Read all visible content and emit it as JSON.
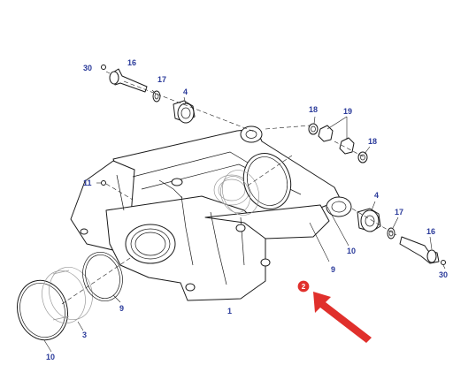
{
  "callouts": [
    {
      "label": "30"
    },
    {
      "label": "16"
    },
    {
      "label": "17"
    },
    {
      "label": "4"
    },
    {
      "label": "18"
    },
    {
      "label": "19"
    },
    {
      "label": "18"
    },
    {
      "label": "11"
    },
    {
      "label": "4"
    },
    {
      "label": "17"
    },
    {
      "label": "16"
    },
    {
      "label": "30"
    },
    {
      "label": "10"
    },
    {
      "label": "9"
    },
    {
      "label": "1"
    },
    {
      "label": "9"
    },
    {
      "label": "3"
    },
    {
      "label": "10"
    }
  ],
  "marker": {
    "label": "2",
    "color": "#e0302c"
  },
  "colors": {
    "callout_text": "#2a3a9a",
    "line": "#1a1a1a"
  }
}
